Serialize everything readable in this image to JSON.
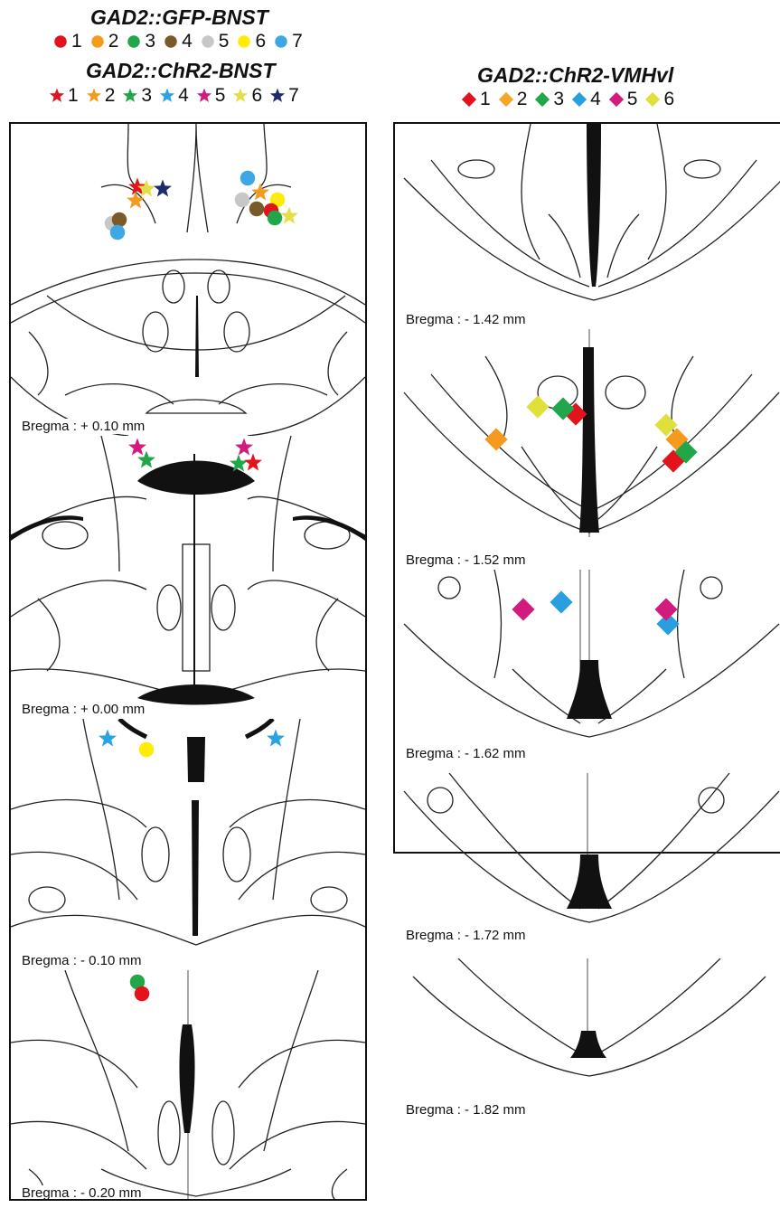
{
  "left_column": {
    "gfp_title": "GAD2::GFP-BNST",
    "chr2_title": "GAD2::ChR2-BNST",
    "gfp_legend": [
      {
        "label": "1",
        "color": "#e2131d",
        "shape": "circle"
      },
      {
        "label": "2",
        "color": "#f39a1f",
        "shape": "circle"
      },
      {
        "label": "3",
        "color": "#22a64a",
        "shape": "circle"
      },
      {
        "label": "4",
        "color": "#7b5a2a",
        "shape": "circle"
      },
      {
        "label": "5",
        "color": "#c7c7c7",
        "shape": "circle"
      },
      {
        "label": "6",
        "color": "#ffec00",
        "shape": "circle"
      },
      {
        "label": "7",
        "color": "#3ea8e5",
        "shape": "circle"
      }
    ],
    "chr2_legend": [
      {
        "label": "1",
        "color": "#e2131d",
        "shape": "star"
      },
      {
        "label": "2",
        "color": "#f39a1f",
        "shape": "star"
      },
      {
        "label": "3",
        "color": "#22a64a",
        "shape": "star"
      },
      {
        "label": "4",
        "color": "#2aa2e6",
        "shape": "star"
      },
      {
        "label": "5",
        "color": "#d21b7c",
        "shape": "star"
      },
      {
        "label": "6",
        "color": "#e5dd4a",
        "shape": "star"
      },
      {
        "label": "7",
        "color": "#1e2a6e",
        "shape": "star"
      }
    ],
    "sections": [
      {
        "bregma": "Bregma : + 0.10 mm",
        "markers": [
          {
            "shape": "star",
            "color": "#e2131d"
          },
          {
            "shape": "star",
            "color": "#f39a1f"
          },
          {
            "shape": "star",
            "color": "#e5dd4a"
          },
          {
            "shape": "star",
            "color": "#1e2a6e"
          },
          {
            "shape": "circle",
            "color": "#c7c7c7"
          },
          {
            "shape": "circle",
            "color": "#7b5a2a"
          },
          {
            "shape": "circle",
            "color": "#3ea8e5"
          },
          {
            "shape": "circle",
            "color": "#3ea8e5"
          },
          {
            "shape": "star",
            "color": "#f39a1f"
          },
          {
            "shape": "circle",
            "color": "#c7c7c7"
          },
          {
            "shape": "circle",
            "color": "#7b5a2a"
          },
          {
            "shape": "circle",
            "color": "#ffec00"
          },
          {
            "shape": "circle",
            "color": "#e2131d"
          },
          {
            "shape": "circle",
            "color": "#22a64a"
          },
          {
            "shape": "star",
            "color": "#e5dd4a"
          }
        ]
      },
      {
        "bregma": "Bregma : + 0.00 mm",
        "markers": [
          {
            "shape": "star",
            "color": "#d21b7c"
          },
          {
            "shape": "star",
            "color": "#22a64a"
          },
          {
            "shape": "star",
            "color": "#d21b7c"
          },
          {
            "shape": "star",
            "color": "#22a64a"
          },
          {
            "shape": "star",
            "color": "#e2131d"
          }
        ]
      },
      {
        "bregma": "Bregma : - 0.10 mm",
        "markers": [
          {
            "shape": "star",
            "color": "#2aa2e6"
          },
          {
            "shape": "circle",
            "color": "#ffec00"
          },
          {
            "shape": "star",
            "color": "#2aa2e6"
          }
        ]
      },
      {
        "bregma": "Bregma : - 0.20 mm",
        "markers": [
          {
            "shape": "circle",
            "color": "#22a64a"
          },
          {
            "shape": "circle",
            "color": "#e2131d"
          }
        ]
      }
    ]
  },
  "right_column": {
    "title": "GAD2::ChR2-VMHvl",
    "legend": [
      {
        "label": "1",
        "color": "#e2131d",
        "shape": "diamond"
      },
      {
        "label": "2",
        "color": "#f5a623",
        "shape": "diamond"
      },
      {
        "label": "3",
        "color": "#22a64a",
        "shape": "diamond"
      },
      {
        "label": "4",
        "color": "#2a9fe0",
        "shape": "diamond"
      },
      {
        "label": "5",
        "color": "#d21b7c",
        "shape": "diamond"
      },
      {
        "label": "6",
        "color": "#dfe03a",
        "shape": "diamond"
      }
    ],
    "sections": [
      {
        "bregma": "Bregma : - 1.42 mm",
        "markers": []
      },
      {
        "bregma": "Bregma : - 1.52 mm",
        "markers": [
          {
            "shape": "diamond",
            "color": "#f39a1f"
          },
          {
            "shape": "diamond",
            "color": "#dfe03a"
          },
          {
            "shape": "diamond",
            "color": "#e2131d"
          },
          {
            "shape": "diamond",
            "color": "#22a64a"
          },
          {
            "shape": "diamond",
            "color": "#dfe03a"
          },
          {
            "shape": "diamond",
            "color": "#f39a1f"
          },
          {
            "shape": "diamond",
            "color": "#e2131d"
          },
          {
            "shape": "diamond",
            "color": "#22a64a"
          }
        ]
      },
      {
        "bregma": "Bregma : - 1.62 mm",
        "markers": [
          {
            "shape": "diamond",
            "color": "#d21b7c"
          },
          {
            "shape": "diamond",
            "color": "#2a9fe0"
          },
          {
            "shape": "diamond",
            "color": "#2a9fe0"
          },
          {
            "shape": "diamond",
            "color": "#d21b7c"
          }
        ]
      },
      {
        "bregma": "Bregma : - 1.72 mm",
        "markers": []
      },
      {
        "bregma": "Bregma : - 1.82 mm",
        "markers": []
      }
    ]
  }
}
